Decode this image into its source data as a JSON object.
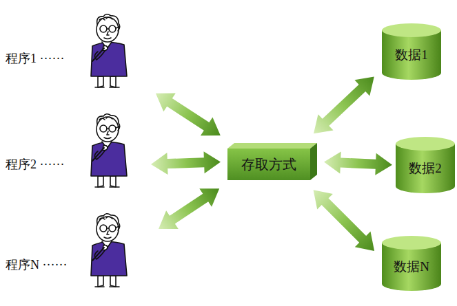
{
  "diagram": {
    "nodes": [
      {
        "text": [
          "程序1 ······"
        ]
      },
      {
        "text": [
          "程序2 ······"
        ]
      },
      {
        "text": [
          "程序N ······"
        ]
      },
      {
        "text": [
          "存取方式"
        ]
      },
      {
        "text": [
          "数据1"
        ]
      },
      {
        "text": [
          "数据2"
        ]
      },
      {
        "text": [
          "数据N"
        ]
      }
    ],
    "edges": [
      {
        "from": 0,
        "to": 3,
        "arrow": "both"
      },
      {
        "from": 1,
        "to": 3,
        "arrow": "both"
      },
      {
        "from": 2,
        "to": 3,
        "arrow": "both"
      },
      {
        "from": 3,
        "to": 4,
        "arrow": "both"
      },
      {
        "from": 3,
        "to": 5,
        "arrow": "both"
      },
      {
        "from": 3,
        "to": 6,
        "arrow": "both"
      }
    ]
  }
}
